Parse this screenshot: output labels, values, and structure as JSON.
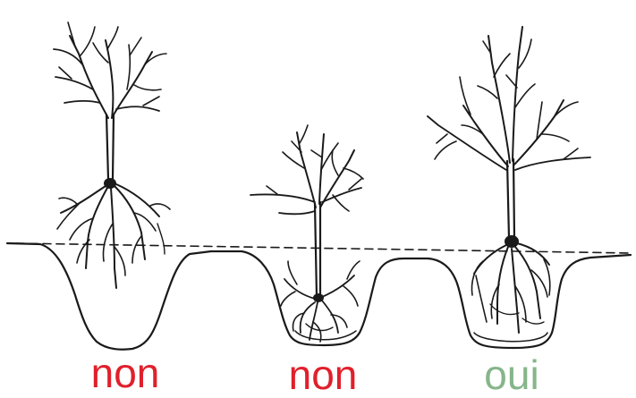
{
  "colors": {
    "ink": "#1a1a1a",
    "no": "#e0202c",
    "yes": "#86b58a"
  },
  "trees": [
    {
      "verdict": "non",
      "verdict_color": "#e0202c",
      "planting": "too-high"
    },
    {
      "verdict": "non",
      "verdict_color": "#e0202c",
      "planting": "too-deep"
    },
    {
      "verdict": "oui",
      "verdict_color": "#86b58a",
      "planting": "correct"
    }
  ]
}
